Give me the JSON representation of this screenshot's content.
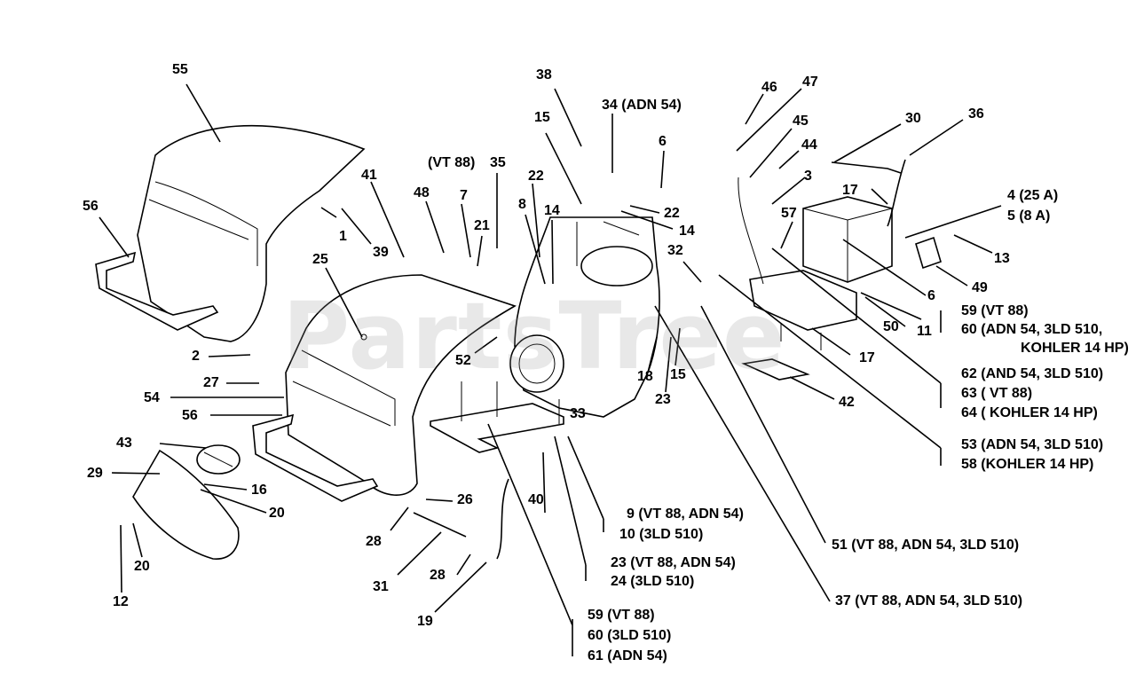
{
  "watermark": "PartsTree",
  "labels": [
    {
      "id": "l55",
      "text": "55"
    },
    {
      "id": "l56a",
      "text": "56"
    },
    {
      "id": "l41",
      "text": "41"
    },
    {
      "id": "l1",
      "text": "1"
    },
    {
      "id": "l39",
      "text": "39"
    },
    {
      "id": "l25",
      "text": "25"
    },
    {
      "id": "l48",
      "text": "48"
    },
    {
      "id": "l2",
      "text": "2"
    },
    {
      "id": "l27",
      "text": "27"
    },
    {
      "id": "l54",
      "text": "54"
    },
    {
      "id": "l56b",
      "text": "56"
    },
    {
      "id": "l43",
      "text": "43"
    },
    {
      "id": "l29",
      "text": "29"
    },
    {
      "id": "l16",
      "text": "16"
    },
    {
      "id": "l20a",
      "text": "20"
    },
    {
      "id": "l20b",
      "text": "20"
    },
    {
      "id": "l12",
      "text": "12"
    },
    {
      "id": "l28a",
      "text": "28"
    },
    {
      "id": "l26",
      "text": "26"
    },
    {
      "id": "l31",
      "text": "31"
    },
    {
      "id": "l28b",
      "text": "28"
    },
    {
      "id": "l19",
      "text": "19"
    },
    {
      "id": "l52",
      "text": "52"
    },
    {
      "id": "l38",
      "text": "38"
    },
    {
      "id": "l15a",
      "text": "15"
    },
    {
      "id": "l34",
      "text": "34 (ADN 54)"
    },
    {
      "id": "lvt88",
      "text": "(VT 88)"
    },
    {
      "id": "l35",
      "text": "35"
    },
    {
      "id": "l7",
      "text": "7"
    },
    {
      "id": "l21",
      "text": "21"
    },
    {
      "id": "l22a",
      "text": "22"
    },
    {
      "id": "l8",
      "text": "8"
    },
    {
      "id": "l14a",
      "text": "14"
    },
    {
      "id": "l6a",
      "text": "6"
    },
    {
      "id": "l22b",
      "text": "22"
    },
    {
      "id": "l14b",
      "text": "14"
    },
    {
      "id": "l32",
      "text": "32"
    },
    {
      "id": "l33",
      "text": "33"
    },
    {
      "id": "l40",
      "text": "40"
    },
    {
      "id": "l18",
      "text": "18"
    },
    {
      "id": "l15b",
      "text": "15"
    },
    {
      "id": "l23",
      "text": "23"
    },
    {
      "id": "l46",
      "text": "46"
    },
    {
      "id": "l47",
      "text": "47"
    },
    {
      "id": "l45",
      "text": "45"
    },
    {
      "id": "l44",
      "text": "44"
    },
    {
      "id": "l3",
      "text": "3"
    },
    {
      "id": "l30",
      "text": "30"
    },
    {
      "id": "l36",
      "text": "36"
    },
    {
      "id": "l17a",
      "text": "17"
    },
    {
      "id": "l57",
      "text": "57"
    },
    {
      "id": "l4",
      "text": "4 (25 A)"
    },
    {
      "id": "l5",
      "text": "5 (8 A)"
    },
    {
      "id": "l13",
      "text": "13"
    },
    {
      "id": "l6b",
      "text": "6"
    },
    {
      "id": "l49",
      "text": "49"
    },
    {
      "id": "l50",
      "text": "50"
    },
    {
      "id": "l11",
      "text": "11"
    },
    {
      "id": "l59a",
      "text": "59 (VT 88)"
    },
    {
      "id": "l60a",
      "text": "60 (ADN 54, 3LD 510,"
    },
    {
      "id": "l60a2",
      "text": "KOHLER 14 HP)"
    },
    {
      "id": "l17b",
      "text": "17"
    },
    {
      "id": "l62",
      "text": "62 (AND 54, 3LD 510)"
    },
    {
      "id": "l63",
      "text": "63 ( VT 88)"
    },
    {
      "id": "l64",
      "text": "64 ( KOHLER 14 HP)"
    },
    {
      "id": "l42",
      "text": "42"
    },
    {
      "id": "l53",
      "text": "53 (ADN 54, 3LD 510)"
    },
    {
      "id": "l58",
      "text": "58 (KOHLER 14 HP)"
    },
    {
      "id": "l9",
      "text": "9 (VT 88, ADN 54)"
    },
    {
      "id": "l10",
      "text": "10 (3LD 510)"
    },
    {
      "id": "l23b",
      "text": "23 (VT 88, ADN 54)"
    },
    {
      "id": "l24",
      "text": "24 (3LD 510)"
    },
    {
      "id": "l51",
      "text": "51 (VT 88, ADN 54, 3LD 510)"
    },
    {
      "id": "l37",
      "text": "37 (VT 88, ADN 54, 3LD 510)"
    },
    {
      "id": "l59b",
      "text": "59 (VT 88)"
    },
    {
      "id": "l60b",
      "text": "60 (3LD 510)"
    },
    {
      "id": "l61",
      "text": "61 (ADN 54)"
    }
  ]
}
